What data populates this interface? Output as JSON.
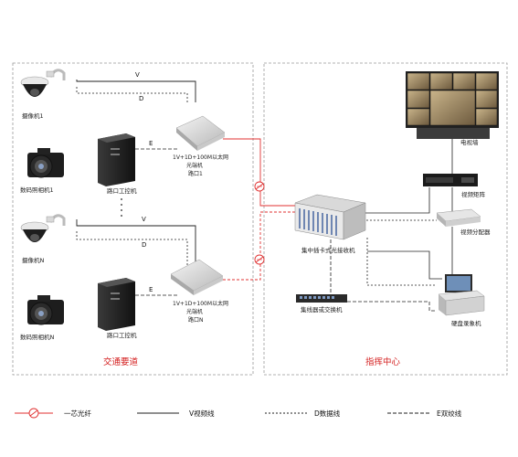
{
  "zones": {
    "left": "交通要道",
    "right": "指挥中心"
  },
  "devices": {
    "camera_1": "摄像机1",
    "digital_camera_1": "数码照相机1",
    "pc_1": "路口工控机",
    "optical_1": [
      "1V+1D+100M以太网",
      "光端机",
      "路口1"
    ],
    "camera_n": "摄像机N",
    "digital_camera_n": "数码照相机N",
    "pc_n": "路口工控机",
    "optical_n": [
      "1V+1D+100M以太网",
      "光端机",
      "路口N"
    ],
    "tv_wall": "电视墙",
    "video_matrix": "视频矩阵",
    "video_distributor": "视频分配器",
    "receiver": "集中插卡式光接收机",
    "switch": "集线器或交换机",
    "dvr": "硬盘录象机"
  },
  "line_labels": {
    "v": "V",
    "d": "D",
    "e": "E"
  },
  "legend": {
    "fiber": "一芯光纤",
    "video": "V视频线",
    "data": "D数据线",
    "twisted": "E双绞线"
  },
  "colors": {
    "fiber": "#e03030",
    "zone_title": "#d41f1f",
    "border": "#999999"
  }
}
